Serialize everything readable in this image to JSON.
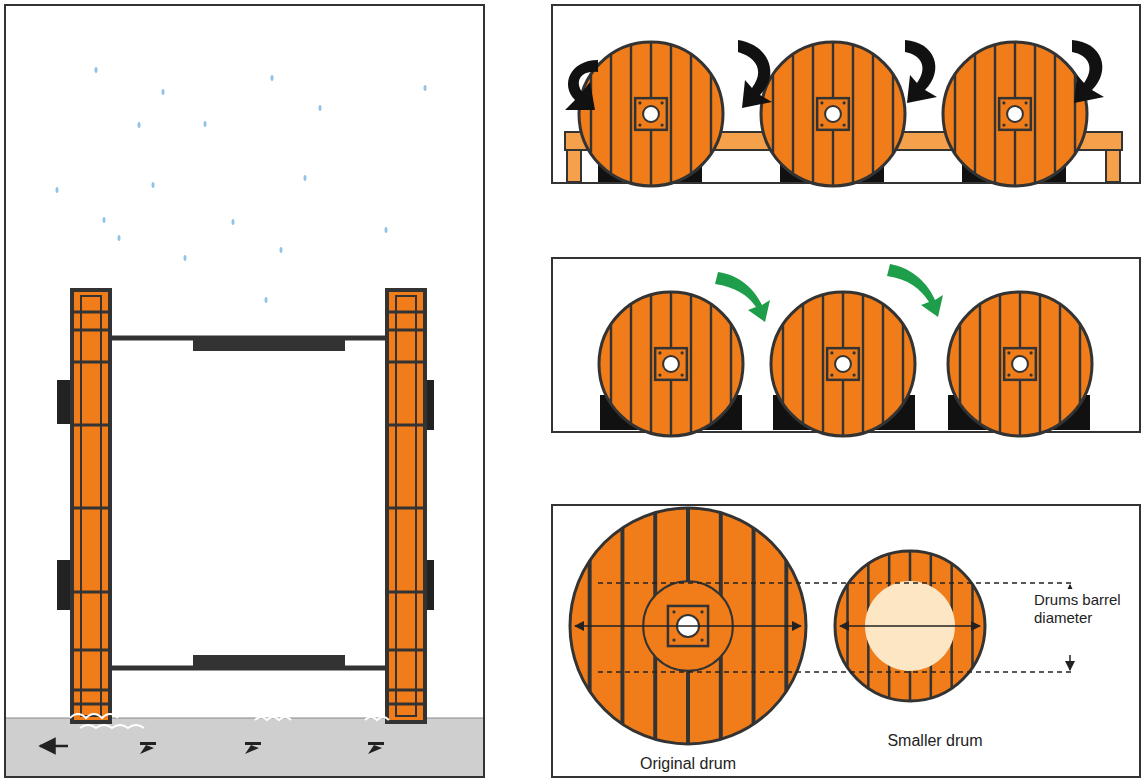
{
  "diagram": {
    "labels": [
      "Drums barrel diameter",
      "Original drum",
      "Smaller drum"
    ]
  }
}
